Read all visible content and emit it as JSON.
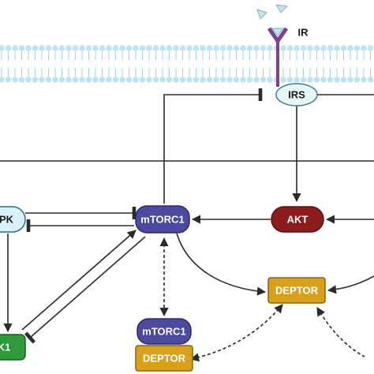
{
  "nodes": {
    "ir": {
      "label": "IR"
    },
    "irs": {
      "label": "IRS"
    },
    "ampk": {
      "label": "PK"
    },
    "mtorc1": {
      "label": "mTORC1"
    },
    "akt": {
      "label": "AKT"
    },
    "deptor": {
      "label": "DEPTOR"
    },
    "ulk1": {
      "label": "K1"
    },
    "complex_mtorc1": {
      "label": "mTORC1"
    },
    "complex_deptor": {
      "label": "DEPTOR"
    }
  },
  "colors": {
    "membrane_head": "#bfe3f2",
    "membrane_tail": "#9fd2ea",
    "receptor": "#7b3f94",
    "ligand": "#bfe6ea",
    "irs_fill": "#e6f7f8",
    "irs_stroke": "#3a7f8a",
    "ampk_fill": "#d9f1fb",
    "mtorc1_fill": "#4a4aa0",
    "akt_fill": "#8c1c1c",
    "deptor_fill": "#d9a11a",
    "ulk1_fill": "#2e9a3a",
    "edge": "#2b2b2b"
  }
}
